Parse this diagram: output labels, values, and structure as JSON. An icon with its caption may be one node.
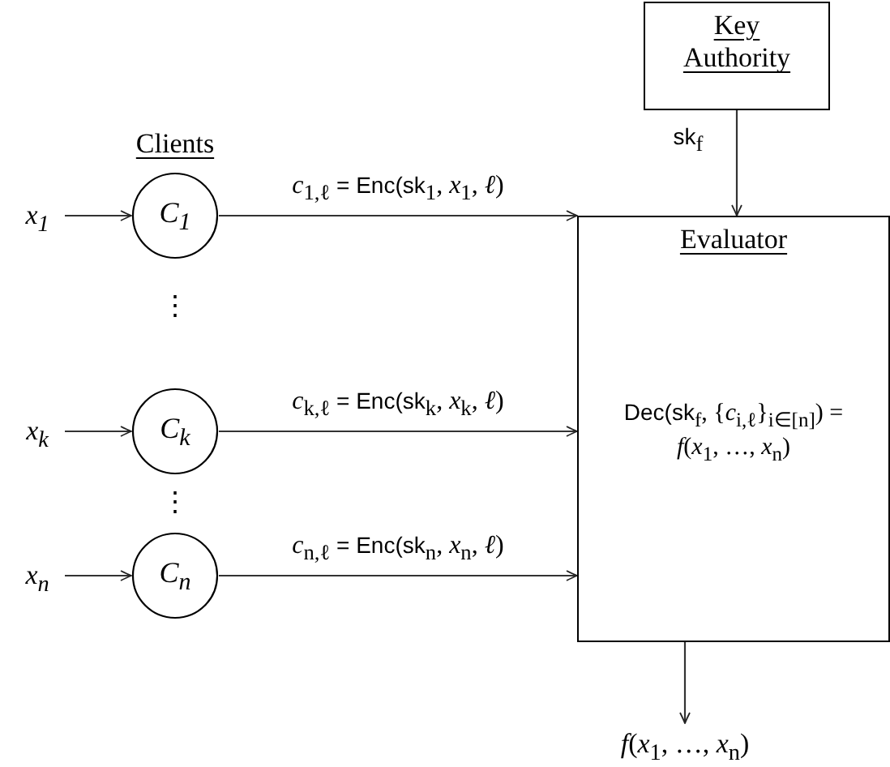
{
  "diagram": {
    "nodes": [
      {
        "text": [
          "Key Authority"
        ]
      },
      {
        "text": [
          "Evaluator",
          "Dec(sk$_{f}$, {*c*$_{i,ℓ}$}$_{i∈[n]}$) = *f*(*x*$_{1}$, …, *x*$_{n}$)"
        ]
      },
      {
        "text": [
          "x$_{1}$"
        ]
      },
      {
        "text": [
          "C$_{1}$"
        ]
      },
      {
        "text": [
          "x$_{k}$"
        ]
      },
      {
        "text": [
          "C$_{k}$"
        ]
      },
      {
        "text": [
          "x$_{n}$"
        ]
      },
      {
        "text": [
          "C$_{n}$"
        ]
      },
      {
        "text": [
          "*f*(*x*$_{1}$, …, *x*$_{n}$)"
        ]
      }
    ],
    "edges": [
      {
        "from": 0,
        "to": 1,
        "arrow": "to",
        "label": "sk$_{f}$"
      },
      {
        "from": 2,
        "to": 3,
        "arrow": "to"
      },
      {
        "from": 3,
        "to": 1,
        "arrow": "to",
        "label": "*c*$_{1,ℓ}$ = Enc(sk$_{1}$, *x*$_{1}$, *ℓ*)"
      },
      {
        "from": 4,
        "to": 5,
        "arrow": "to"
      },
      {
        "from": 5,
        "to": 1,
        "arrow": "to",
        "label": "*c*$_{k,ℓ}$ = Enc(sk$_{k}$, *x*$_{k}$, *ℓ*)"
      },
      {
        "from": 6,
        "to": 7,
        "arrow": "to"
      },
      {
        "from": 7,
        "to": 1,
        "arrow": "to",
        "label": "*c*$_{n,ℓ}$ = Enc(sk$_{n}$, *x*$_{n}$, *ℓ*)"
      },
      {
        "from": 1,
        "to": 8,
        "arrow": "to"
      }
    ],
    "labels": [
      "Clients",
      "⋮",
      "⋮"
    ]
  }
}
